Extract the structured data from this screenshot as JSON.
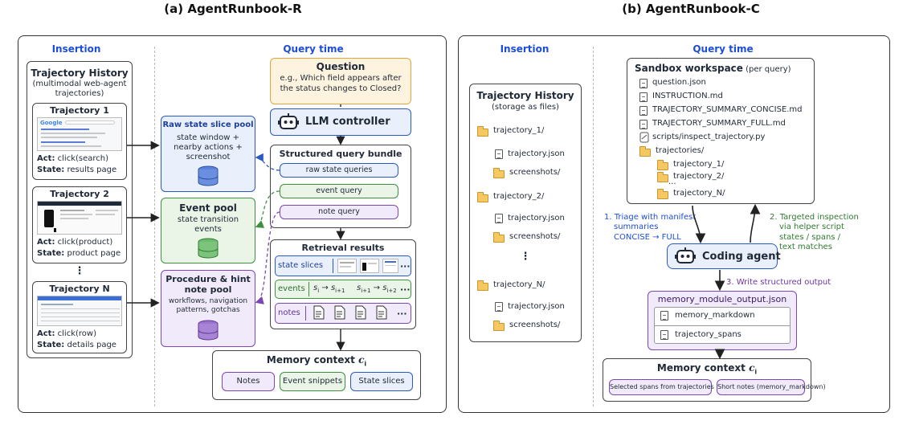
{
  "left_panel": {
    "title": "(a) AgentRunbook-R",
    "insertion_header": "Insertion",
    "query_header": "Query time",
    "history": {
      "title": "Trajectory History",
      "subtitle_1": "(multimodal web-agent",
      "subtitle_2": "trajectories)",
      "trajectories": [
        {
          "name": "Trajectory 1",
          "act_label": "Act:",
          "act": "click(search)",
          "state_label": "State:",
          "state": "results page",
          "thumb_brand": "Google"
        },
        {
          "name": "Trajectory 2",
          "act_label": "Act:",
          "act": "click(product)",
          "state_label": "State:",
          "state": "product page"
        },
        {
          "name": "Trajectory N",
          "act_label": "Act:",
          "act": "click(row)",
          "state_label": "State:",
          "state": "details page"
        }
      ],
      "ellipsis": "⋮"
    },
    "pools": {
      "raw": {
        "title": "Raw state slice pool",
        "desc_1": "state window +",
        "desc_2": "nearby actions +",
        "desc_3": "screenshot"
      },
      "event": {
        "title": "Event pool",
        "desc_1": "state transition",
        "desc_2": "events"
      },
      "note": {
        "title_1": "Procedure & hint",
        "title_2": "note pool",
        "desc_1": "workflows, navigation",
        "desc_2": "patterns, gotchas"
      }
    },
    "question": {
      "title": "Question",
      "line_1": "e.g., Which field appears after",
      "line_2": "the status changes to Closed?"
    },
    "controller": {
      "label": "LLM controller"
    },
    "bundle": {
      "title": "Structured query bundle",
      "raw": "raw state queries",
      "event": "event query",
      "note": "note query"
    },
    "results": {
      "title": "Retrieval results",
      "state_label": "state slices",
      "events_label": "events",
      "ev_1a": "s",
      "ev_1a_sub": "i",
      "ev_1b": "s",
      "ev_1b_sub": "i+1",
      "ev_2a": "s",
      "ev_2a_sub": "i+1",
      "ev_2b": "s",
      "ev_2b_sub": "i+2",
      "arrow": "→",
      "notes_label": "notes",
      "more": "···"
    },
    "memory": {
      "title": "Memory context",
      "var": "c",
      "var_sub": "i",
      "notes": "Notes",
      "events": "Event snippets",
      "states": "State slices"
    }
  },
  "right_panel": {
    "title": "(b) AgentRunbook-C",
    "insertion_header": "Insertion",
    "query_header": "Query time",
    "history": {
      "title": "Trajectory History",
      "subtitle": "(storage as files)",
      "groups": [
        {
          "folder": "trajectory_1/",
          "file": "trajectory.json",
          "sub": "screenshots/"
        },
        {
          "folder": "trajectory_2/",
          "file": "trajectory.json",
          "sub": "screenshots/"
        },
        {
          "folder": "trajectory_N/",
          "file": "trajectory.json",
          "sub": "screenshots/"
        }
      ],
      "ellipsis": "⋮"
    },
    "sandbox": {
      "title": "Sandbox workspace",
      "title_suffix": " (per query)",
      "files": [
        "question.json",
        "INSTRUCTION.md",
        "TRAJECTORY_SUMMARY_CONCISE.md",
        "TRAJECTORY_SUMMARY_FULL.md",
        "scripts/inspect_trajectory.py"
      ],
      "dir": "trajectories/",
      "subdirs": [
        "trajectory_1/",
        "trajectory_2/",
        "trajectory_N/"
      ],
      "dots": "···"
    },
    "step1": {
      "line_1": "1. Triage with manifest",
      "line_2": "summaries",
      "line_3": "CONCISE → FULL"
    },
    "step2": {
      "line_1": "2. Targeted inspection",
      "line_2": "via helper script",
      "line_3": "states / spans /",
      "line_4": "text matches"
    },
    "agent": {
      "label": "Coding agent"
    },
    "step3": {
      "label": "3. Write structured output"
    },
    "output": {
      "title": "memory_module_output.json",
      "item_1": "memory_markdown",
      "item_2": "trajectory_spans"
    },
    "memory": {
      "title": "Memory context",
      "var": "c",
      "var_sub": "i",
      "spans": "Selected spans from trajectories",
      "notes": "Short notes (memory_markdown)"
    }
  },
  "colors": {
    "blue": "#2b59c3",
    "blue_fill": "#e9f0fc",
    "green": "#3f8f3f",
    "green_fill": "#eaf5e8",
    "purple": "#7b47b3",
    "purple_fill": "#f1eafa",
    "orange_fill": "#fdf3de",
    "orange": "#e3a53c"
  }
}
